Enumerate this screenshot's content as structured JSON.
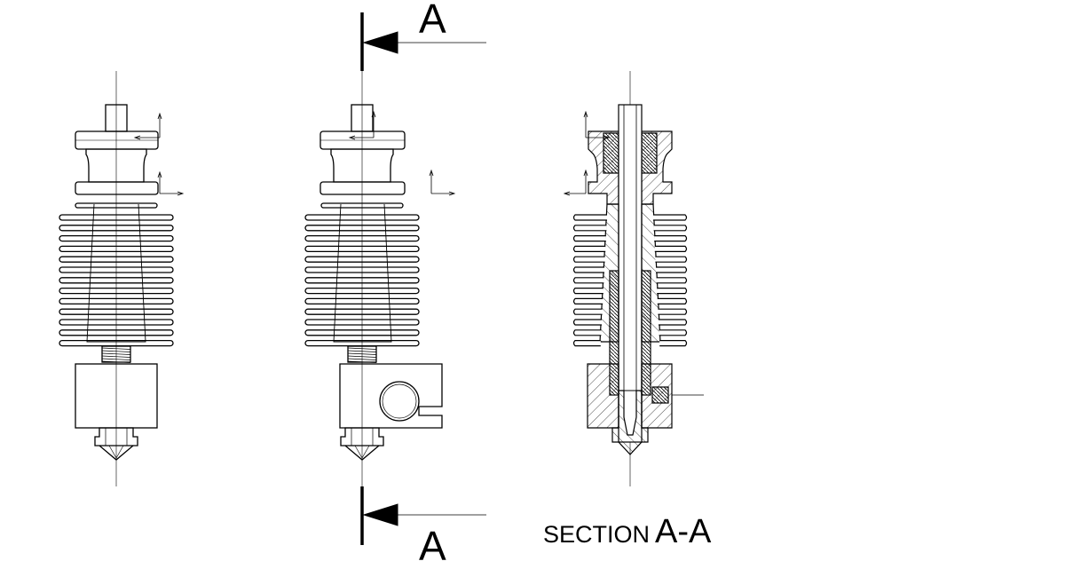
{
  "labels": {
    "cut_top": "A",
    "cut_bottom": "A",
    "section_word": "SECTION",
    "section_name": "A-A"
  },
  "views": [
    {
      "id": "front",
      "name": "front-view"
    },
    {
      "id": "side",
      "name": "side-view"
    },
    {
      "id": "section",
      "name": "section-view"
    }
  ],
  "colors": {
    "line": "#000000",
    "hatch": "#000000",
    "background": "#ffffff"
  },
  "fin_count": 13
}
